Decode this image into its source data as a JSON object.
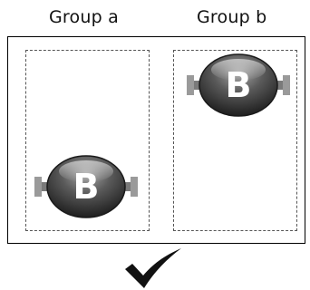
{
  "groups": [
    {
      "label": "Group a",
      "node_letter": "B"
    },
    {
      "label": "Group b",
      "node_letter": "B"
    }
  ],
  "icons": {
    "node": "b-node-icon",
    "result": "checkmark-icon"
  },
  "colors": {
    "node_dark": "#2b2b2b",
    "node_light": "#9a9a9a",
    "connector": "#8a8a8a",
    "checkmark": "#111111"
  }
}
